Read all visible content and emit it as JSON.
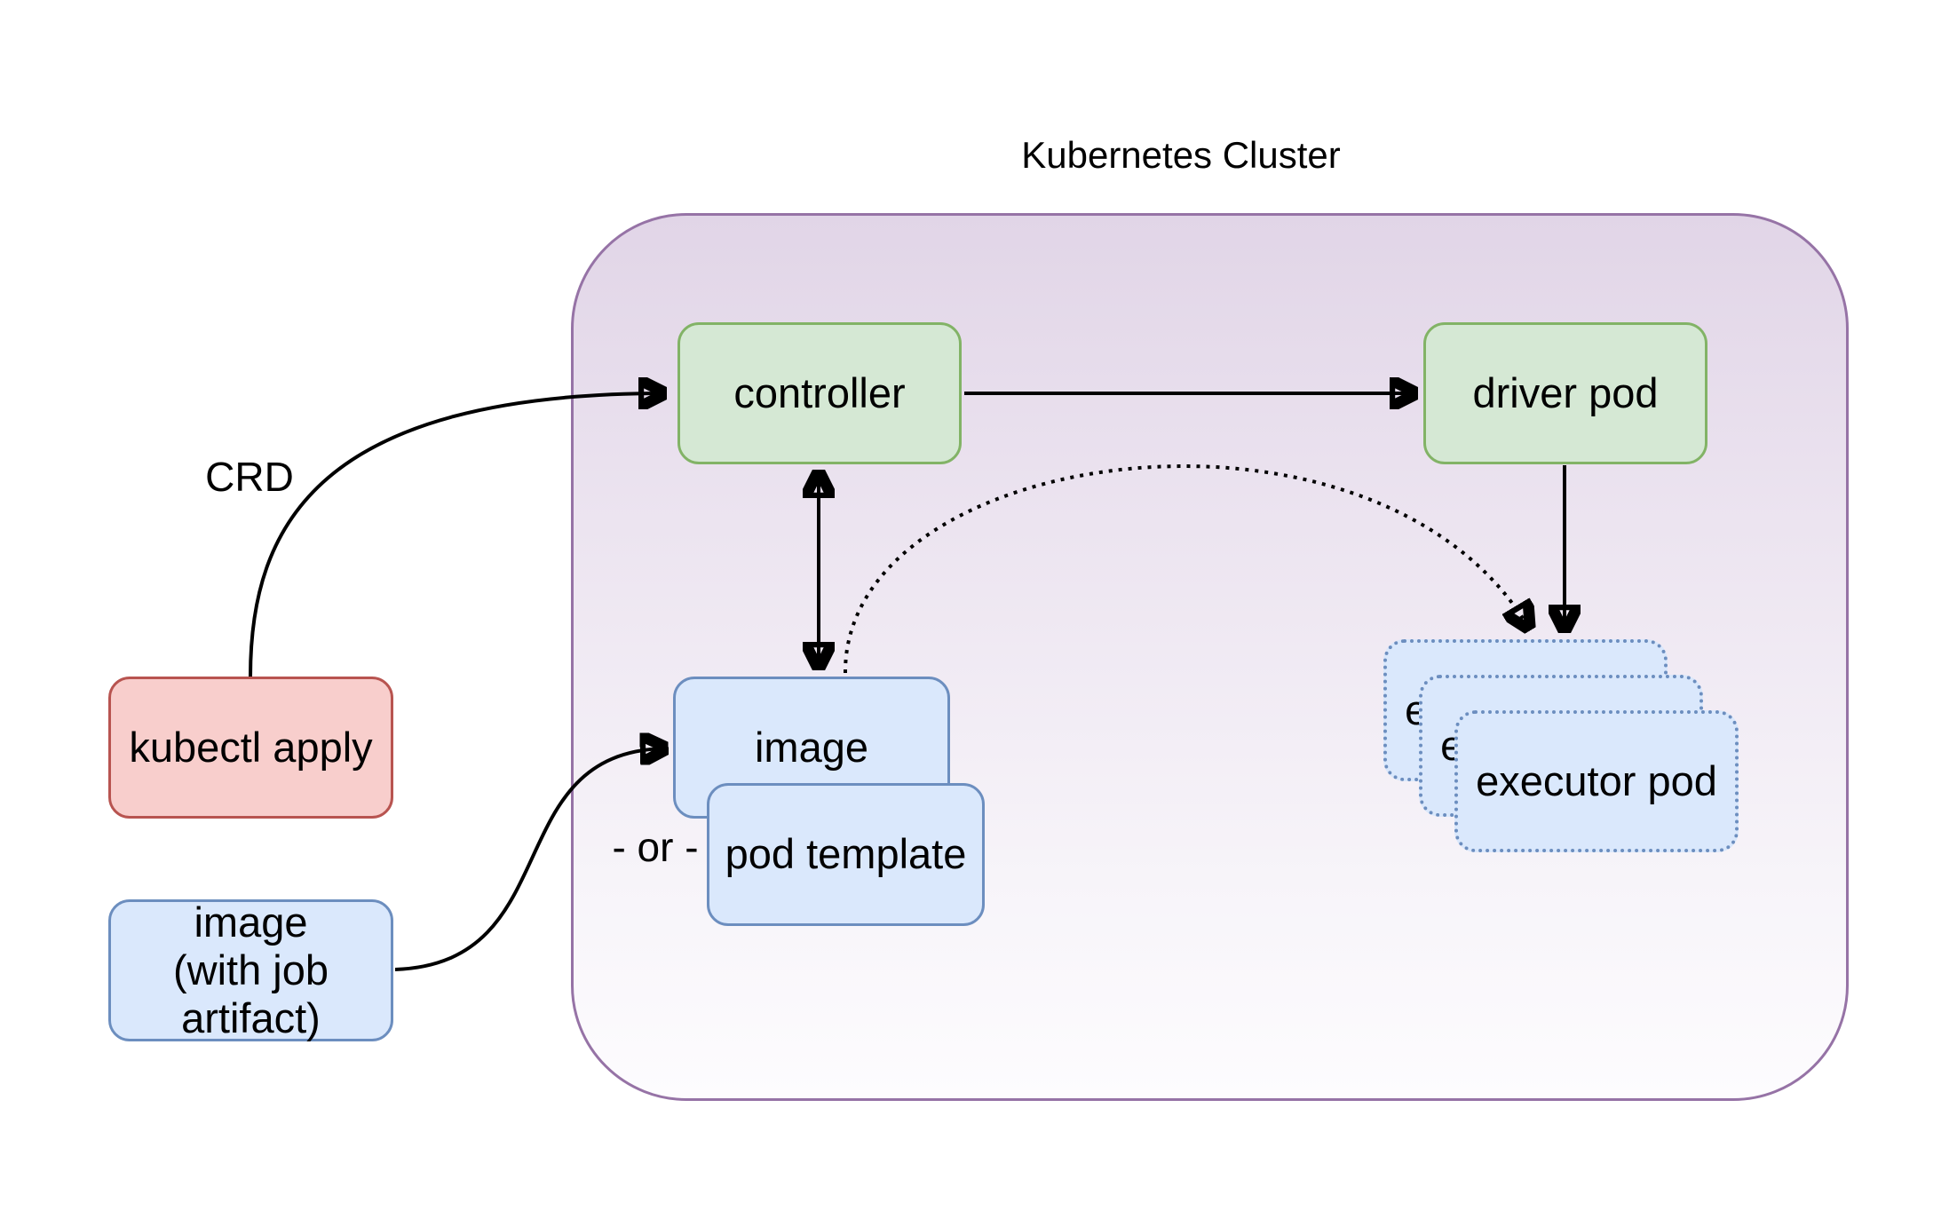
{
  "diagram": {
    "title": "Kubernetes Cluster",
    "labels": {
      "crd": "CRD",
      "or": "- or -"
    },
    "nodes": {
      "kubectl_apply": {
        "label": "kubectl apply",
        "fill": "#f8cecc",
        "stroke": "#b85450"
      },
      "image_with_job_artifact": {
        "label": "image (with job artifact)",
        "fill": "#dae8fc",
        "stroke": "#6c8ebf"
      },
      "controller": {
        "label": "controller",
        "fill": "#d5e8d4",
        "stroke": "#82b366"
      },
      "driver_pod": {
        "label": "driver pod",
        "fill": "#d5e8d4",
        "stroke": "#82b366"
      },
      "image": {
        "label": "image",
        "fill": "#dae8fc",
        "stroke": "#6c8ebf"
      },
      "pod_template": {
        "label": "pod template",
        "fill": "#dae8fc",
        "stroke": "#6c8ebf"
      },
      "executor_pod": {
        "label": "executor pod",
        "fill": "#dae8fc",
        "stroke": "#6c8ebf",
        "count": 3,
        "border_style": "dotted"
      }
    },
    "cluster": {
      "stroke": "#9673a6",
      "fill_top": "#e1d5e7",
      "fill_bottom": "#fdfcfe"
    },
    "edges": [
      {
        "from": "kubectl apply",
        "to": "controller",
        "label": "CRD",
        "line": "solid",
        "shape": "curve",
        "arrow": "end"
      },
      {
        "from": "controller",
        "to": "driver pod",
        "line": "solid",
        "shape": "straight",
        "arrow": "end"
      },
      {
        "from": "controller",
        "to": "image",
        "line": "solid",
        "shape": "straight",
        "arrow": "both"
      },
      {
        "from": "driver pod",
        "to": "executor pod",
        "line": "solid",
        "shape": "straight",
        "arrow": "end"
      },
      {
        "from": "image",
        "to": "executor pod",
        "line": "dotted",
        "shape": "curve",
        "arrow": "end"
      },
      {
        "from": "image (with job artifact)",
        "to": "image",
        "label": "- or -",
        "line": "solid",
        "shape": "s-curve",
        "arrow": "end"
      }
    ]
  }
}
